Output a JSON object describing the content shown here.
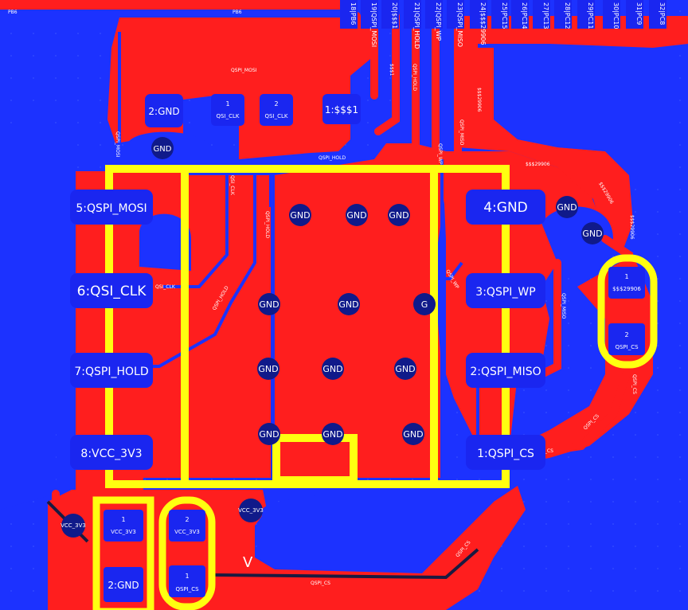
{
  "colors": {
    "board": "#1c32ff",
    "copper": "#ff1e1e",
    "silkscreen": "#ffff10",
    "pad": "#1a26f0",
    "pad_text": "#ffffff",
    "via": "#101a8a",
    "label_small": "#ffffff"
  },
  "header_pins": [
    {
      "label": "18|PB6"
    },
    {
      "label": "19|QSPI_MOSI"
    },
    {
      "label": "20|$$$1"
    },
    {
      "label": "21|QSPI_HOLD"
    },
    {
      "label": "22|QSPI_WP"
    },
    {
      "label": "23|QSPI_MISO"
    },
    {
      "label": "24|$$$29906"
    },
    {
      "label": "25|PC15"
    },
    {
      "label": "26|PC14"
    },
    {
      "label": "27|PC13"
    },
    {
      "label": "28|PC12"
    },
    {
      "label": "29|PC11"
    },
    {
      "label": "30|PC10"
    },
    {
      "label": "31|PC9"
    },
    {
      "label": "32|PC8"
    }
  ],
  "net_labels": {
    "pb6_a": "PB6",
    "pb6_b": "PB6",
    "qspi_mosi_top": "QSPI_MOSI",
    "net_1": "$$$1",
    "qspi_hold_v": "QSPI_HOLD",
    "qspi_wp_v": "QSPI_WP",
    "qspi_miso_v": "QSPI_MISO",
    "net_29906_v": "$$$29906",
    "qspi_hold_h": "QSPI_HOLD",
    "net_29906_h": "$$$29906",
    "qspi_mosi_v": "QSPI_MOSI",
    "qsi_clk_v": "QSI_CLK",
    "qspi_hold_v2": "QSPI_HOLD",
    "qspi_wp_v2": "QSPI_WP",
    "qsi_clk_h": "QSI_CLK",
    "qspi_hold_diag": "QSPI_HOLD",
    "qspi_wp_diag": "QSPI_WP",
    "qspi_miso_v2": "QSPI_MISO",
    "net_29906_diag": "$$$29906",
    "net_29906_v2": "$$$29906",
    "qspi_cs_diag": "QSPI_CS",
    "qspi_cs_bottom": "QSPI_CS",
    "qspi_cs_h": "QSPI_CS",
    "qspi_cs_diag2": "QSPI_CS",
    "vcc_3v3_left": "VCC_3V3",
    "vcc_3v3_via": "VCC_3V3"
  },
  "top_components": {
    "gnd_pad": "2:GND",
    "gnd_via": "GND",
    "res_pin1": "1",
    "res_pin1_net": "QSI_CLK",
    "res_pin2": "2",
    "res_pin2_net": "QSI_CLK",
    "net1_pad": "1:$$$1"
  },
  "chip_pads": [
    {
      "label": "5:QSPI_MOSI"
    },
    {
      "label": "6:QSI_CLK"
    },
    {
      "label": "7:QSPI_HOLD"
    },
    {
      "label": "8:VCC_3V3"
    },
    {
      "label": "4:GND"
    },
    {
      "label": "3:QSPI_WP"
    },
    {
      "label": "2:QSPI_MISO"
    },
    {
      "label": "1:QSPI_CS"
    }
  ],
  "gnd_vias": [
    {
      "label": "GND"
    },
    {
      "label": "GND"
    },
    {
      "label": "GND"
    },
    {
      "label": "GND"
    },
    {
      "label": "GND"
    },
    {
      "label": "G"
    },
    {
      "label": "GND"
    },
    {
      "label": "GND"
    },
    {
      "label": "GND"
    },
    {
      "label": "GND"
    },
    {
      "label": "GND"
    },
    {
      "label": "GND"
    },
    {
      "label": "GND"
    },
    {
      "label": "GND"
    }
  ],
  "right_resistor": {
    "pin1": "1",
    "pin1_net": "$$$29906",
    "pin2": "2",
    "pin2_net": "QSPI_CS"
  },
  "bottom_cap_left": {
    "pin1": "1",
    "pin1_net": "VCC_3V3",
    "pin2": "2:GND"
  },
  "bottom_cap_right": {
    "pin2": "2",
    "pin2_net": "VCC_3V3",
    "pin1": "1",
    "pin1_net": "QSPI_CS"
  },
  "partial_v": "V"
}
